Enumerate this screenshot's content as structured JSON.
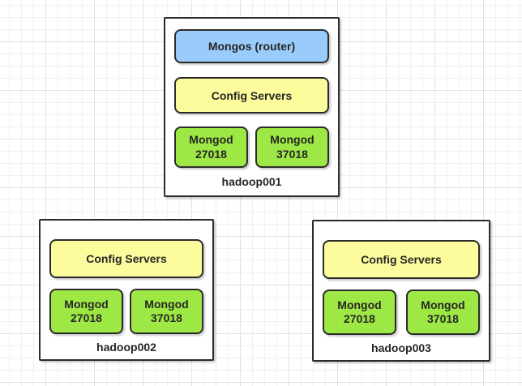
{
  "colors": {
    "mongos_fill": "#99ccfa",
    "config_fill": "#fcfc9c",
    "mongod_fill": "#9ee845",
    "shape_border": "#2b2b2b",
    "text": "#262626",
    "grid_minor": "#f1f1f1",
    "grid_major": "#e2e2e2"
  },
  "hosts": [
    {
      "name": "hadoop001",
      "mongos": "Mongos (router)",
      "config": "Config Servers",
      "mongods": [
        "Mongod\n27018",
        "Mongod\n37018"
      ]
    },
    {
      "name": "hadoop002",
      "config": "Config Servers",
      "mongods": [
        "Mongod\n27018",
        "Mongod\n37018"
      ]
    },
    {
      "name": "hadoop003",
      "config": "Config Servers",
      "mongods": [
        "Mongod\n27018",
        "Mongod\n37018"
      ]
    }
  ]
}
